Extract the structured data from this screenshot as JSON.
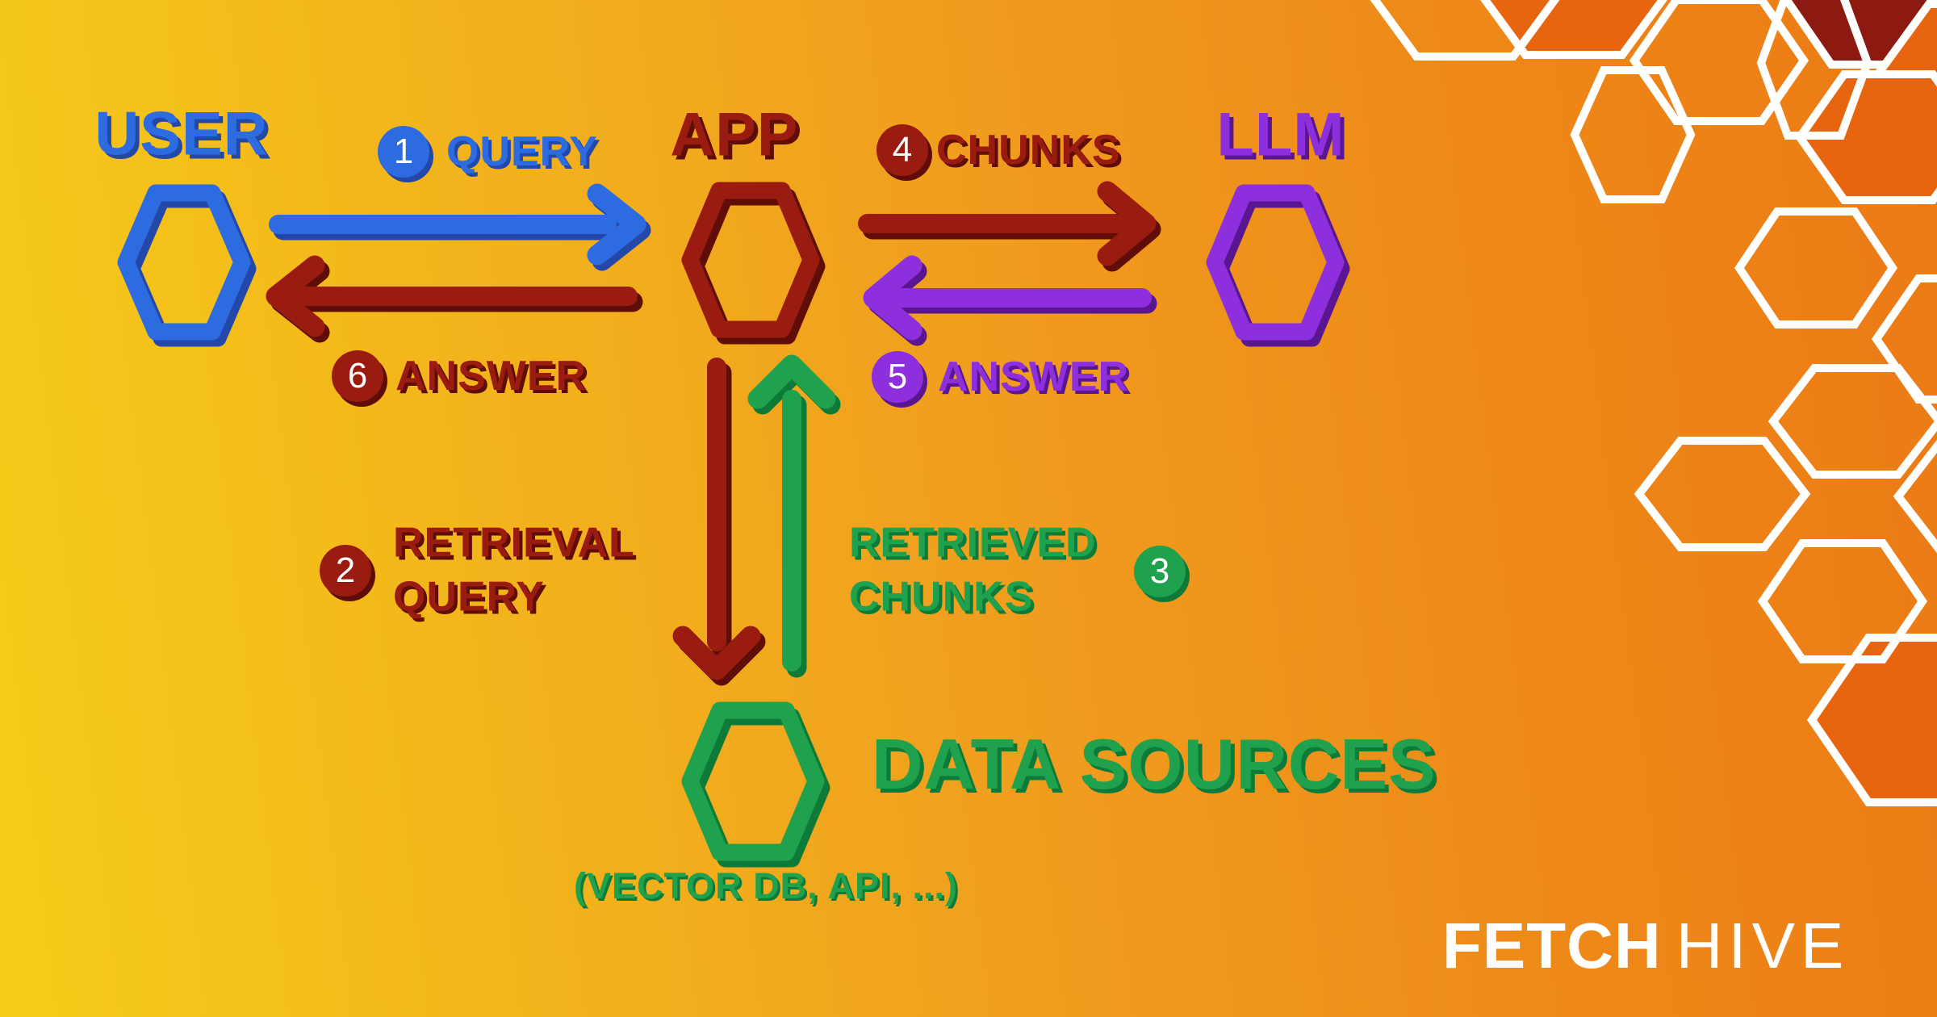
{
  "palette": {
    "bg_left": "#f6cc19",
    "bg_right": "#ec7a15",
    "blue": "#2d6be0",
    "blue_shadow": "#2448a8",
    "red": "#9a1b0f",
    "red_shadow": "#5e0e07",
    "purple": "#8e2fdd",
    "purple_shadow": "#5a1691",
    "green": "#1fa14d",
    "green_shadow": "#0d7a38",
    "decor_orange": "#e8650f",
    "decor_maroon": "#8c1a10",
    "decor_line": "#ffffff",
    "footer_text": "#ffffff"
  },
  "nodes": {
    "user": {
      "label": "USER"
    },
    "app": {
      "label": "APP"
    },
    "llm": {
      "label": "LLM"
    },
    "data_sources": {
      "label": "DATA SOURCES",
      "sublabel": "(VECTOR DB, API, ...)"
    }
  },
  "flows": {
    "query": {
      "step": "1",
      "label": "QUERY"
    },
    "retrieval_query": {
      "step": "2",
      "lines": [
        "RETRIEVAL",
        "QUERY"
      ]
    },
    "retrieved_chunks": {
      "step": "3",
      "lines": [
        "RETRIEVED",
        "CHUNKS"
      ]
    },
    "chunks": {
      "step": "4",
      "label": "CHUNKS"
    },
    "answer_llm": {
      "step": "5",
      "label": "ANSWER"
    },
    "answer_user": {
      "step": "6",
      "label": "ANSWER"
    }
  },
  "footer": {
    "brand_bold": "FETCH",
    "brand_light": "HIVE"
  }
}
